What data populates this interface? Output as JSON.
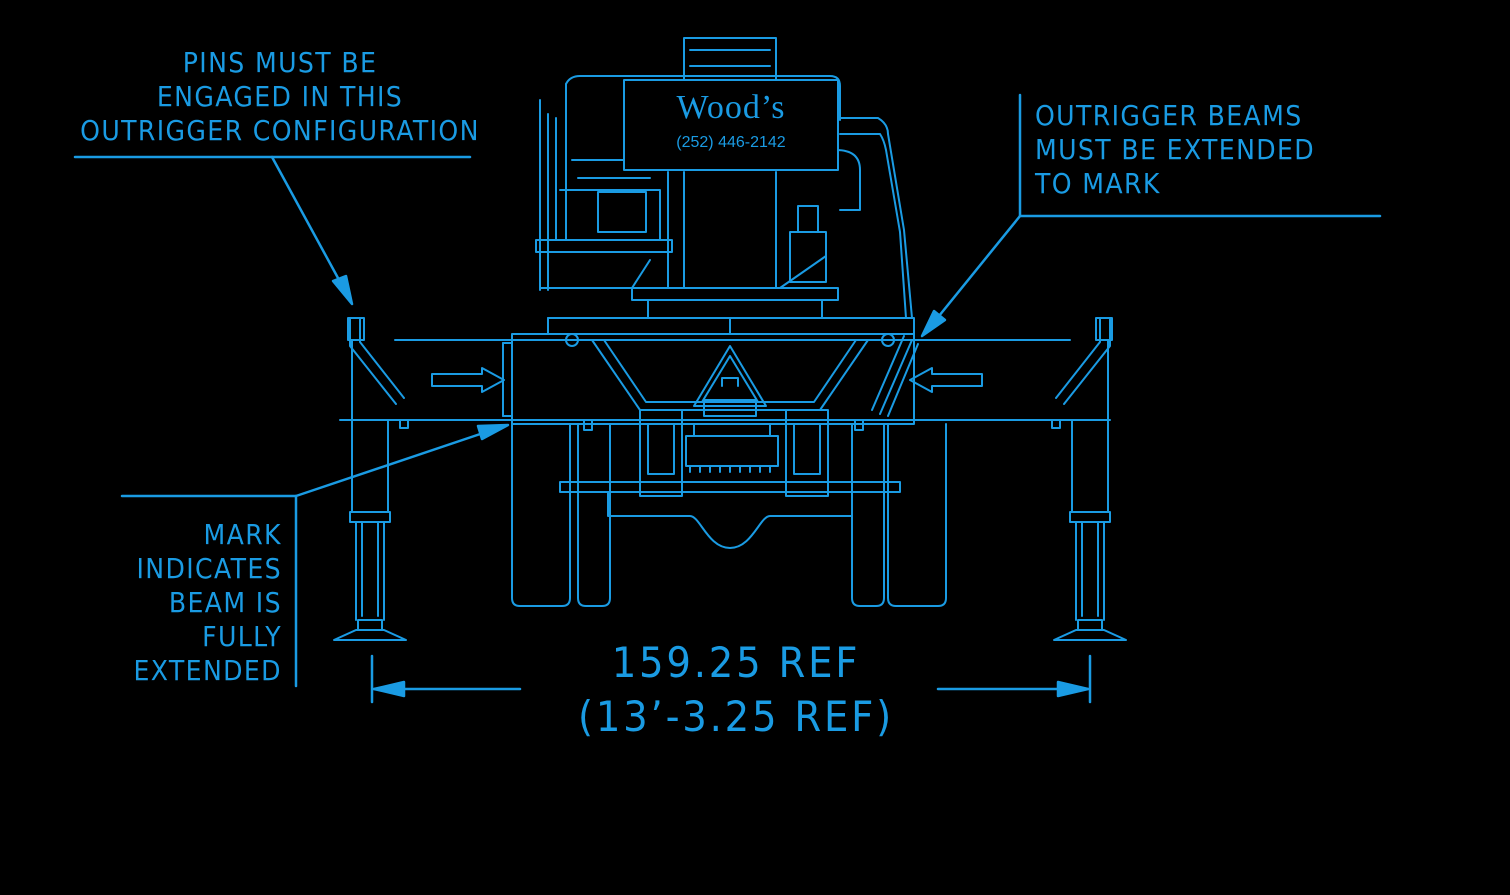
{
  "colors": {
    "background": "#000000",
    "linework": "#1a9be3"
  },
  "notes": {
    "pins": [
      "PINS MUST BE",
      "ENGAGED IN THIS",
      "OUTRIGGER CONFIGURATION"
    ],
    "beams": [
      "OUTRIGGER BEAMS",
      "MUST BE EXTENDED",
      "TO MARK"
    ],
    "mark": [
      "MARK",
      "INDICATES",
      "BEAM IS",
      "FULLY",
      "EXTENDED"
    ]
  },
  "dimension": {
    "main": "159.25 REF",
    "sub": "(13’-3.25 REF)"
  },
  "logo": {
    "name": "Wood’s",
    "phone": "(252) 446-2142"
  }
}
